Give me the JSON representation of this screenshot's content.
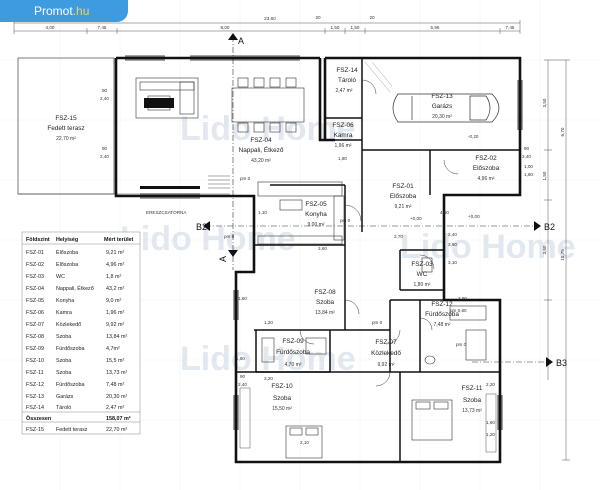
{
  "brand": {
    "name": "Promot",
    "tld": ".hu"
  },
  "watermark": "Lido Home",
  "dims": {
    "top_total": "23,60",
    "top_segments": [
      "4,00",
      "7,45",
      "8,00",
      "1,50",
      "1,50",
      "5,95",
      "7,45"
    ],
    "top_marks": [
      "20",
      "20"
    ],
    "right_outer": "10,75",
    "right_segments": [
      "3,50",
      "6,70",
      "3,60",
      "1,50"
    ],
    "pairs": [
      "90",
      "2,40",
      "90",
      "2,40",
      "90",
      "2,40",
      "90",
      "2,40"
    ],
    "misc": [
      "1,00",
      "1,60",
      "1,80",
      "2,70",
      "2,40",
      "3,60",
      "1,20",
      "1,60",
      "2,20",
      "2,20",
      "1,60",
      "1,20",
      "2,10",
      "3,60",
      "3,10",
      "3,90",
      "1,10",
      "4,60",
      "1,60"
    ],
    "levels": [
      "+0,00",
      "+0,00",
      "-0,20",
      "pm 0",
      "pm 0",
      "pm 0",
      "pm 0",
      "pm 0",
      "pm 0,80"
    ],
    "gutter": "ERESZCSATORNA"
  },
  "section_marks": {
    "a": "A",
    "b2": "B2",
    "b3": "B3"
  },
  "rooms": [
    {
      "code": "FSZ-15",
      "name": "Fedett terasz",
      "area": "22,70 m²"
    },
    {
      "code": "FSZ-14",
      "name": "Tároló",
      "area": "2,47 m²"
    },
    {
      "code": "FSZ-13",
      "name": "Garázs",
      "area": "20,30 m²"
    },
    {
      "code": "FSZ-04",
      "name": "Nappali, Étkező",
      "area": "43,20 m²"
    },
    {
      "code": "FSZ-06",
      "name": "Kamra",
      "area": "1,96 m²"
    },
    {
      "code": "FSZ-02",
      "name": "Előszoba",
      "area": "4,96 m²"
    },
    {
      "code": "FSZ-05",
      "name": "Konyha",
      "area": "9,00 m²"
    },
    {
      "code": "FSZ-01",
      "name": "Előszoba",
      "area": "9,21 m²"
    },
    {
      "code": "FSZ-03",
      "name": "WC",
      "area": "1,80 m²"
    },
    {
      "code": "FSZ-08",
      "name": "Szoba",
      "area": "13,84 m²"
    },
    {
      "code": "FSZ-12",
      "name": "Fürdőszoba",
      "area": "7,48 m²"
    },
    {
      "code": "FSZ-09",
      "name": "Fürdőszoba",
      "area": "4,70 m²"
    },
    {
      "code": "FSZ-07",
      "name": "Közlekedő",
      "area": "9,92 m²"
    },
    {
      "code": "FSZ-10",
      "name": "Szoba",
      "area": "15,50 m²"
    },
    {
      "code": "FSZ-11",
      "name": "Szoba",
      "area": "13,73 m²"
    }
  ],
  "table": {
    "headers": [
      "Földszint",
      "Helyiség",
      "Mért terület"
    ],
    "rows": [
      [
        "FSZ-01",
        "Előszoba",
        "9,21 m²"
      ],
      [
        "FSZ-02",
        "Előszoba",
        "4,96 m²"
      ],
      [
        "FSZ-03",
        "WC",
        "1,8 m²"
      ],
      [
        "FSZ-04",
        "Nappali, Étkező",
        "43,2 m²"
      ],
      [
        "FSZ-05",
        "Konyha",
        "9,0 m²"
      ],
      [
        "FSZ-06",
        "Kamra",
        "1,96 m²"
      ],
      [
        "FSZ-07",
        "Közlekedő",
        "9,92 m²"
      ],
      [
        "FSZ-08",
        "Szoba",
        "13,84 m²"
      ],
      [
        "FSZ-09",
        "Fürdőszoba",
        "4,7m²"
      ],
      [
        "FSZ-10",
        "Szoba",
        "15,5 m²"
      ],
      [
        "FSZ-11",
        "Szoba",
        "13,73 m²"
      ],
      [
        "FSZ-12",
        "Fürdőszoba",
        "7,48 m²"
      ],
      [
        "FSZ-13",
        "Garázs",
        "20,30 m²"
      ],
      [
        "FSZ-14",
        "Tároló",
        "2,47 m²"
      ]
    ],
    "total_label": "Összesen",
    "total_value": "158,07 m²",
    "extra_row": [
      "FSZ-15",
      "Fedett terasz",
      "22,70 m²"
    ]
  }
}
